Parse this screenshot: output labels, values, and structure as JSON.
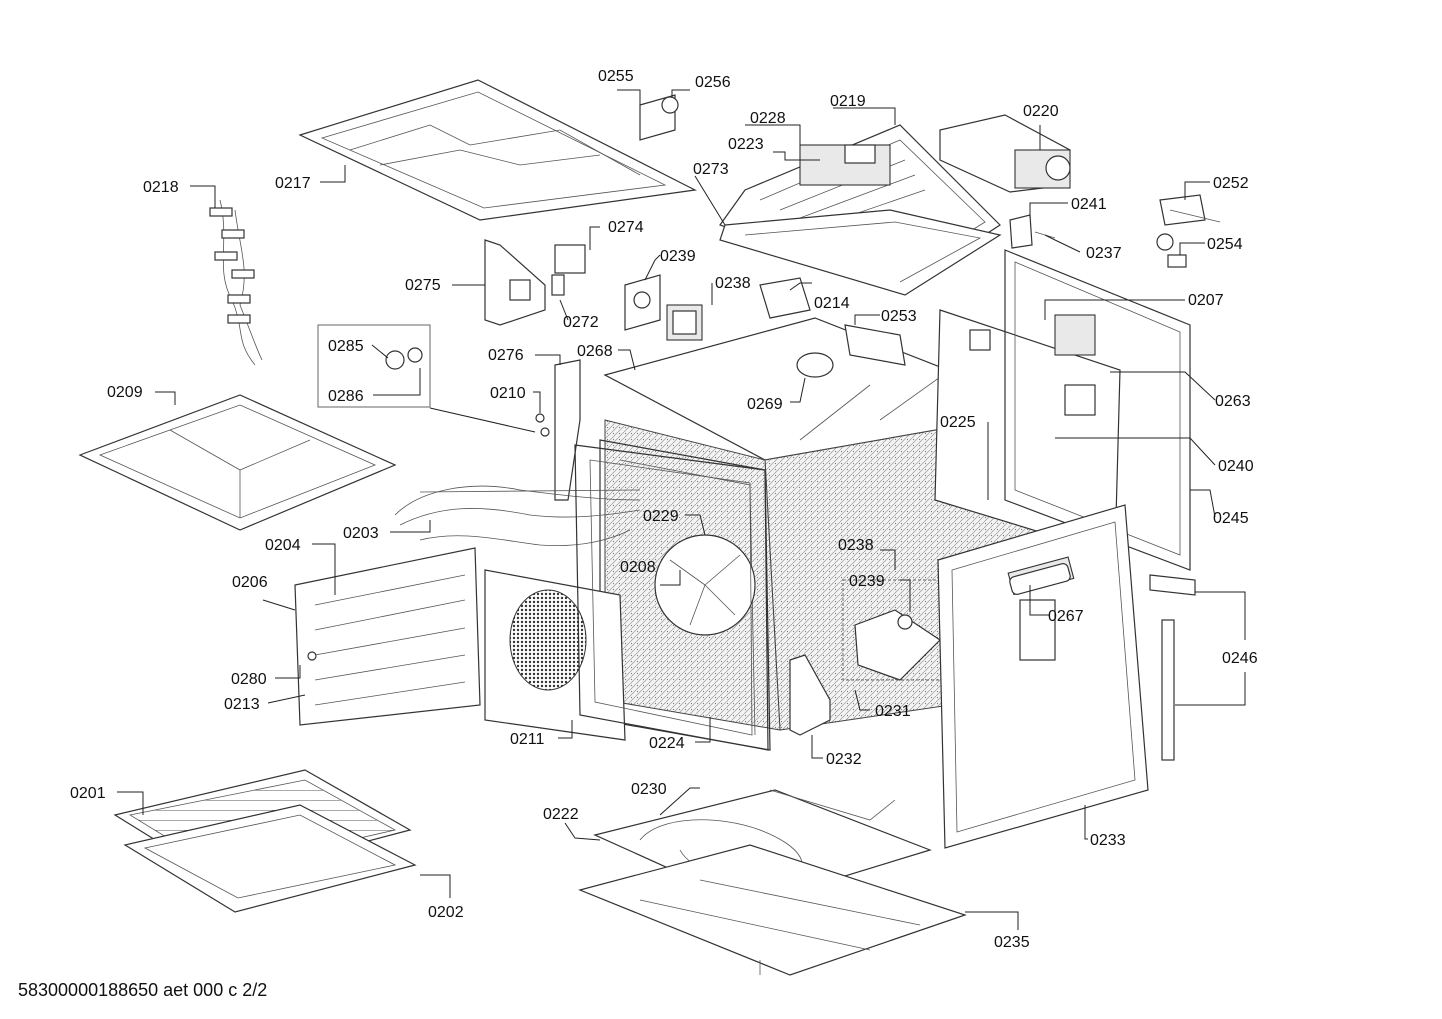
{
  "document": {
    "id_text": "58300000188650 aet 000 c 2/2"
  },
  "callouts": [
    "0255",
    "0256",
    "0228",
    "0219",
    "0220",
    "0223",
    "0273",
    "0217",
    "0218",
    "0252",
    "0241",
    "0237",
    "0254",
    "0274",
    "0239",
    "0238",
    "0214",
    "0275",
    "0272",
    "0207",
    "0253",
    "0285",
    "0268",
    "0286",
    "0276",
    "0210",
    "0269",
    "0263",
    "0209",
    "0225",
    "0240",
    "0203",
    "0229",
    "0245",
    "0204",
    "0238",
    "0239",
    "0206",
    "0208",
    "0267",
    "0246",
    "0280",
    "0213",
    "0231",
    "0211",
    "0224",
    "0232",
    "0230",
    "0201",
    "0222",
    "0233",
    "0202",
    "0235"
  ]
}
